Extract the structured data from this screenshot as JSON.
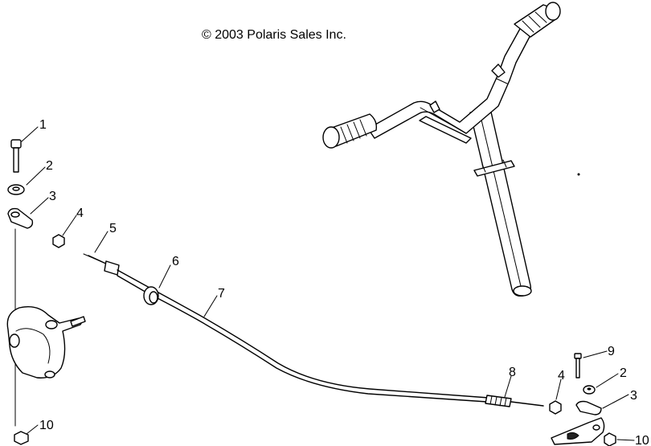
{
  "copyright": "© 2003 Polaris Sales Inc.",
  "callouts": {
    "c1": "1",
    "c2": "2",
    "c3": "3",
    "c4": "4",
    "c5": "5",
    "c6": "6",
    "c7": "7",
    "c8": "8",
    "c4b": "4",
    "c9": "9",
    "c2b": "2",
    "c3b": "3",
    "c10": "10",
    "c10b": "10"
  }
}
